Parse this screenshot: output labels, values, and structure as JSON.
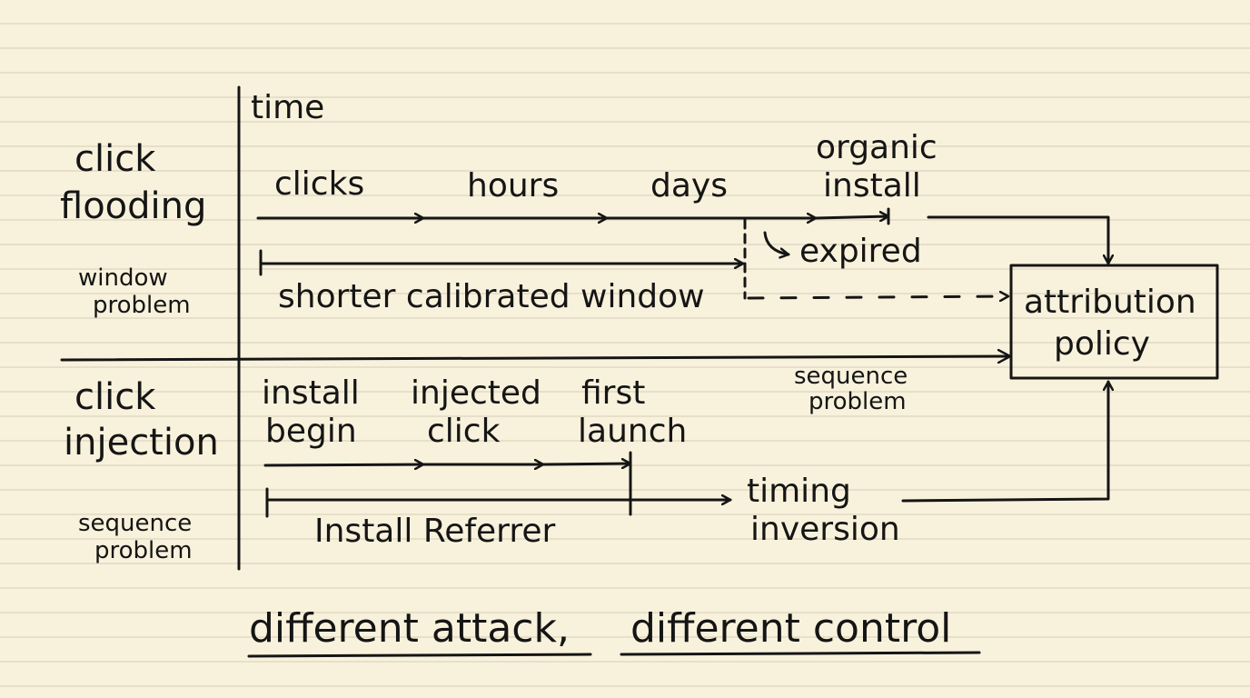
{
  "labels": {
    "time": "time",
    "click_flooding_1": "click",
    "click_flooding_2": "flooding",
    "window_problem_1": "window",
    "window_problem_2": "problem",
    "click_injection_1": "click",
    "click_injection_2": "injection",
    "sequence_problem_left_1": "sequence",
    "sequence_problem_left_2": "problem",
    "clicks": "clicks",
    "hours": "hours",
    "days": "days",
    "organic_1": "organic",
    "organic_2": "install",
    "expired": "expired",
    "shorter_window": "shorter calibrated window",
    "attribution_1": "attribution",
    "attribution_2": "policy",
    "sequence_problem_mid_1": "sequence",
    "sequence_problem_mid_2": "problem",
    "install_begin_1": "install",
    "install_begin_2": "begin",
    "injected_click_1": "injected",
    "injected_click_2": "click",
    "first_launch_1": "first",
    "first_launch_2": "launch",
    "timing_1": "timing",
    "timing_2": "inversion",
    "install_referrer": "Install Referrer",
    "caption_left": "different attack,",
    "caption_right": "different control"
  }
}
